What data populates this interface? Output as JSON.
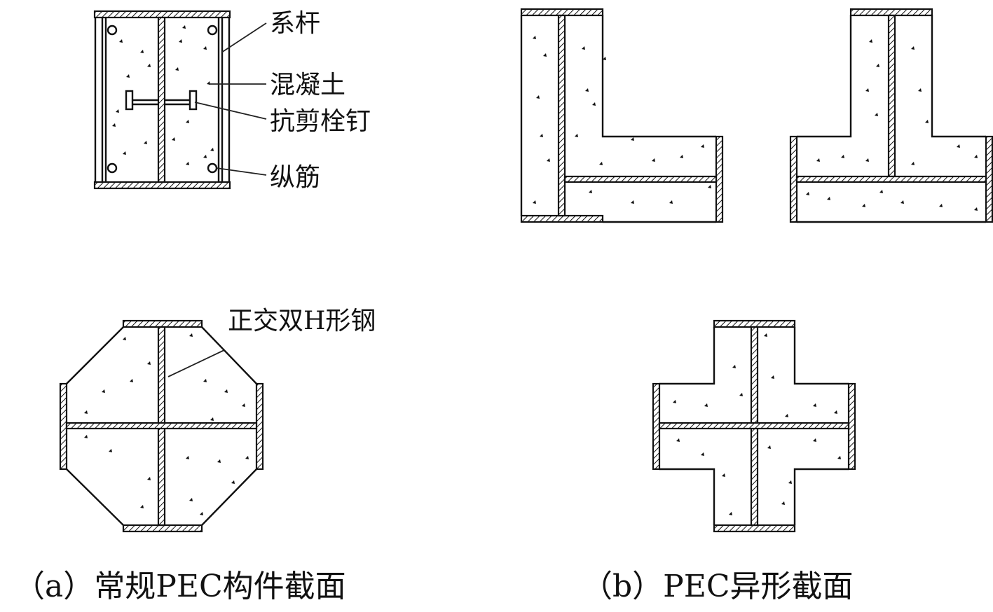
{
  "labels": {
    "tie_rod": "系杆",
    "concrete": "混凝土",
    "shear_stud": "抗剪栓钉",
    "longitudinal_rebar": "纵筋",
    "double_h_steel": "正交双H形钢"
  },
  "captions": {
    "a": "（a）常规PEC构件截面",
    "b": "（b）PEC异形截面"
  },
  "colors": {
    "ink": "#111111",
    "background": "#ffffff"
  }
}
